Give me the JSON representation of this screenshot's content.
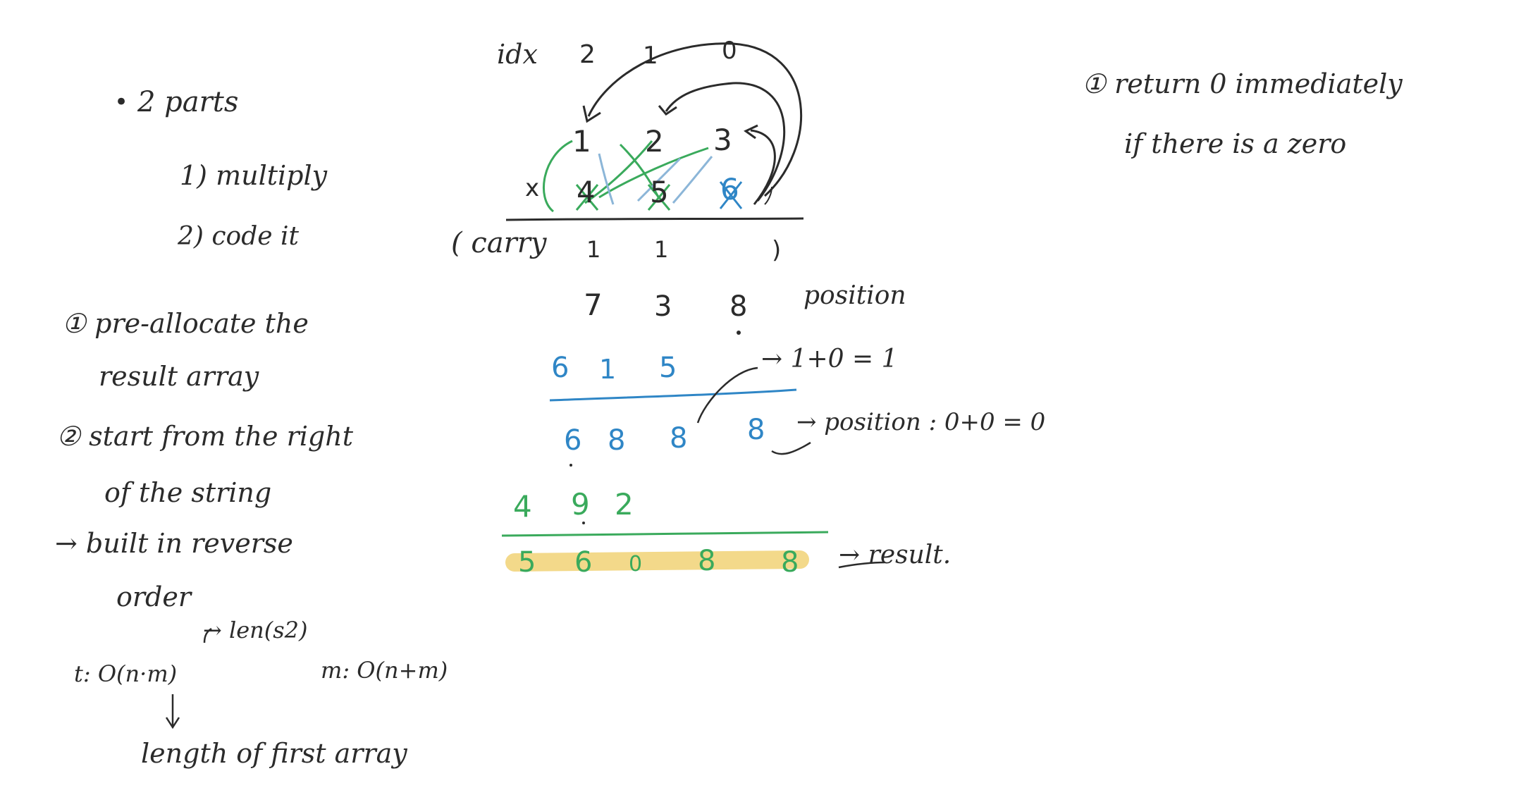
{
  "notes_left": {
    "bullet": "•",
    "two_parts": "2 parts",
    "step1": "1) multiply",
    "step2": "2) code it",
    "preallocate_1": "① pre-allocate the",
    "preallocate_2": "result array",
    "start_right_1": "② start from the right",
    "start_right_2": "of the string",
    "reverse_1": "→ built in reverse",
    "reverse_2": "order",
    "len_note": "→ len(s2)",
    "time_complexity": "t: O(n·m)",
    "space_complexity": "m: O(n+m)",
    "length_note": "length of first array"
  },
  "notes_right": {
    "return_1": "① return 0 immediately",
    "return_2": "if there is a zero"
  },
  "diagram": {
    "idx_label": "idx",
    "idx": [
      "2",
      "1",
      "0"
    ],
    "top_digits": [
      "1",
      "2",
      "3"
    ],
    "times_sign": "x",
    "bottom_digits": [
      "4",
      "5",
      "6"
    ],
    "carry_open": "( carry",
    "carry_values": [
      "1",
      "1"
    ],
    "carry_close": ")",
    "position_row": [
      "7",
      "3",
      "8"
    ],
    "position_label": "position",
    "partial_1": [
      "6",
      "1",
      "5"
    ],
    "partial_1_note": "→ 1+0 = 1",
    "partial_2": [
      "6",
      "8",
      "8",
      "8"
    ],
    "partial_2_note": "→ position : 0+0 = 0",
    "partial_3": [
      "4",
      "9",
      "2"
    ],
    "result": [
      "5",
      "6",
      "0",
      "8",
      "8"
    ],
    "result_label": "→ result."
  },
  "colors": {
    "ink": "#2b2b2b",
    "blue": "#2f86c6",
    "green": "#3aaa5c",
    "highlight": "#f3d98a",
    "light_blue": "#8cb6d8"
  }
}
